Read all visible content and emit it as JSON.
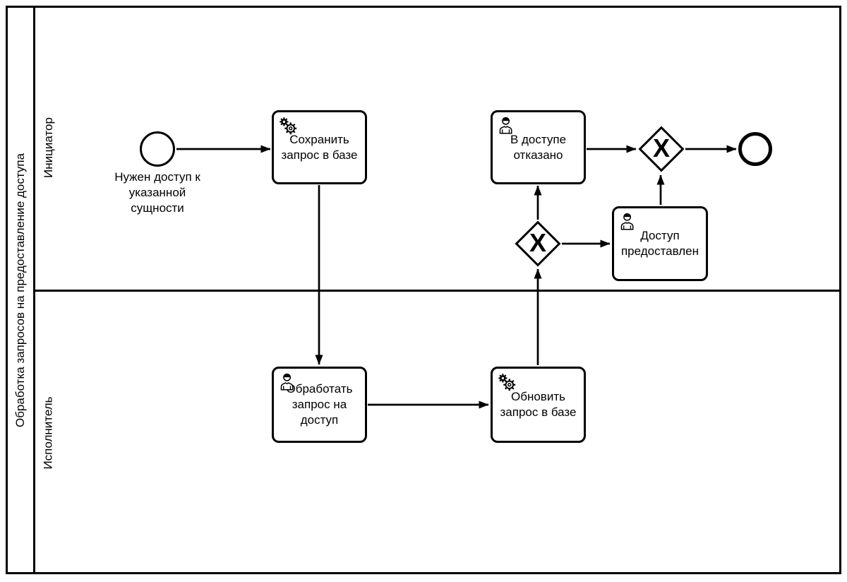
{
  "pool": {
    "title": "Обработка запросов на предоставление доступа",
    "lanes": [
      {
        "label": "Инициатор"
      },
      {
        "label": "Исполнитель"
      }
    ]
  },
  "nodes": {
    "start_event": {
      "type": "start-event",
      "label": "Нужен доступ к\nуказанной\nсущности"
    },
    "task_save_request": {
      "type": "service-task",
      "icon": "gear-icon",
      "label": "Сохранить\nзапрос в базе"
    },
    "task_process_request": {
      "type": "user-task",
      "icon": "user-icon",
      "label": "Обработать\nзапрос на\nдоступ"
    },
    "task_update_request": {
      "type": "service-task",
      "icon": "gear-icon",
      "label": "Обновить\nзапрос в базе"
    },
    "task_access_denied": {
      "type": "user-task",
      "icon": "user-icon",
      "label": "В доступе\nотказано"
    },
    "task_access_granted": {
      "type": "user-task",
      "icon": "user-icon",
      "label": "Доступ\nпредоставлен"
    },
    "gateway_split": {
      "type": "exclusive-gateway",
      "marker": "X"
    },
    "gateway_merge": {
      "type": "exclusive-gateway",
      "marker": "X"
    },
    "end_event": {
      "type": "end-event"
    }
  },
  "colors": {
    "stroke": "#000000",
    "fill": "#ffffff"
  }
}
